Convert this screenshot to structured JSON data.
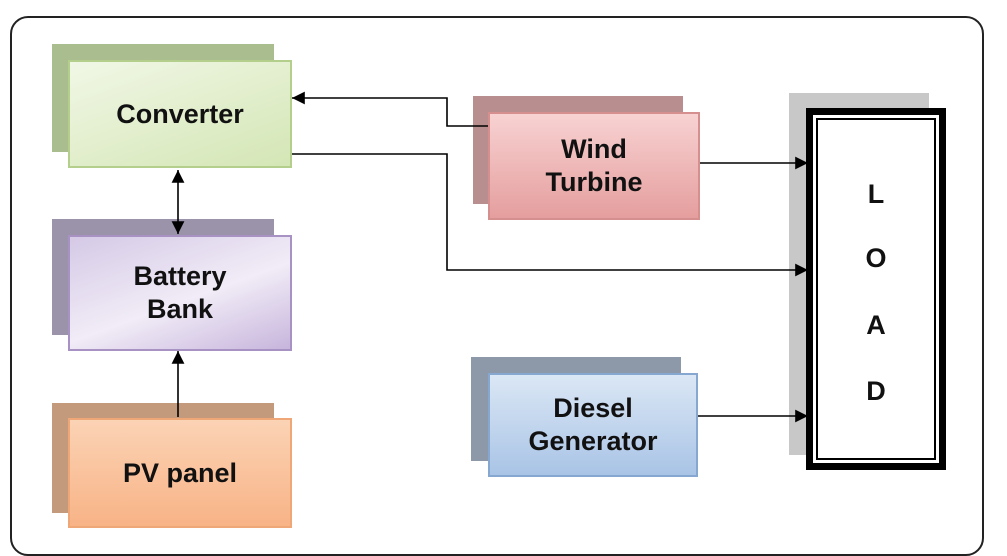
{
  "blocks": {
    "converter": "Converter",
    "battery": "Battery\nBank",
    "pv": "PV panel",
    "wind": "Wind\nTurbine",
    "diesel": "Diesel\nGenerator"
  },
  "load_letters": [
    "L",
    "O",
    "A",
    "D"
  ],
  "colors": {
    "converter": "#d4e6b5",
    "battery": "#c7b5dc",
    "pv": "#f8b386",
    "wind": "#e59e9e",
    "diesel": "#a9c4e6",
    "load_border": "#000000"
  }
}
